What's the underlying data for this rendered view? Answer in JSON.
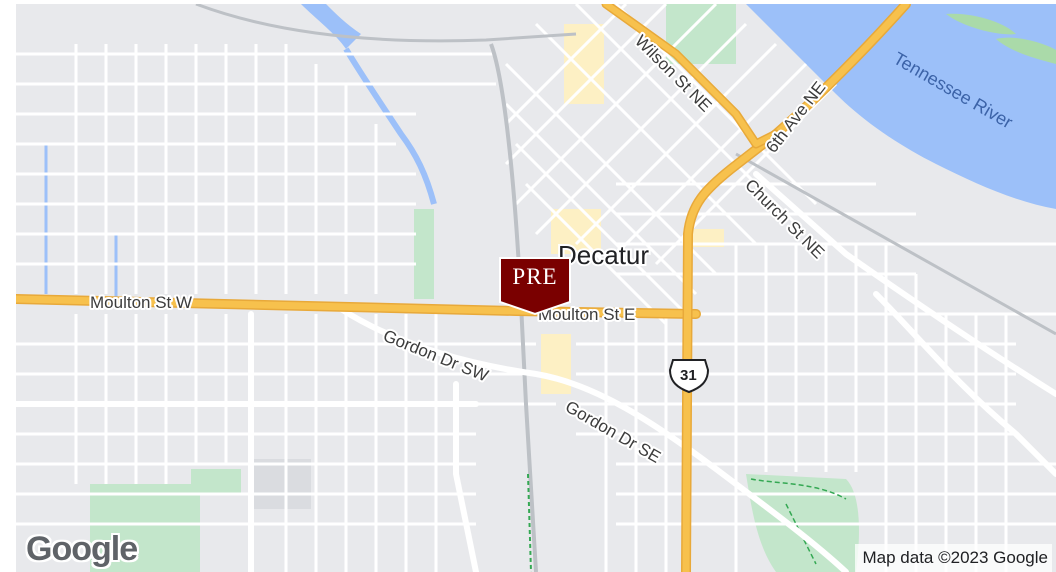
{
  "map": {
    "city_label": "Decatur",
    "water_label": "Tennessee River",
    "roads": {
      "moulton_w": "Moulton St W",
      "moulton_e": "Moulton St E",
      "gordon_sw": "Gordon Dr SW",
      "gordon_se": "Gordon Dr SE",
      "wilson": "Wilson St NE",
      "sixth_ave": "6th Ave NE",
      "church": "Church St NE"
    },
    "route_shield": "31",
    "marker_label": "PRE",
    "google_logo": "Google",
    "attribution": "Map data ©2023 Google",
    "colors": {
      "land": "#e8e9ec",
      "water": "#9cc0f9",
      "park": "#c3e6cb",
      "highway": "#f7c14d",
      "marker": "#7a0000"
    }
  }
}
